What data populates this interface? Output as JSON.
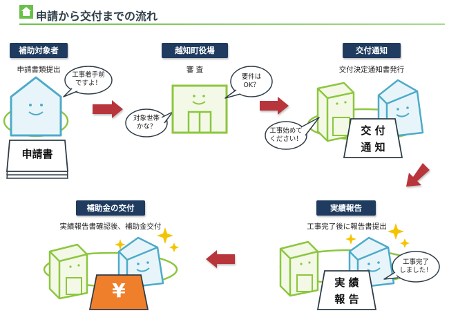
{
  "header": {
    "title": "申請から交付までの流れ"
  },
  "steps": [
    {
      "label": "補助対象者",
      "desc": "申請書類提出",
      "bubble": [
        "工事着手前",
        "ですよ！"
      ],
      "document": "申請書"
    },
    {
      "label": "越知町役場",
      "desc": "審 査",
      "bubble_left": [
        "対象世帯",
        "かな？"
      ],
      "bubble_right": [
        "要件は",
        "OK？"
      ]
    },
    {
      "label": "交付通知",
      "desc": "交付決定通知書発行",
      "bubble": [
        "工事始めて",
        "ください！"
      ],
      "document": [
        "交 付",
        "通 知"
      ]
    },
    {
      "label": "実績報告",
      "desc": "工事完了後に報告書提出",
      "bubble": [
        "工事完了",
        "しました！"
      ],
      "document": [
        "実 績",
        "報 告"
      ]
    },
    {
      "label": "補助金の交付",
      "desc": "実績報告書確認後、補助金交付",
      "document": "¥"
    }
  ],
  "colors": {
    "label_bg": "#1f3b5f",
    "house_blue": "#4eaac8",
    "house_blue_fill": "#e7f5fa",
    "office_green": "#8cc63f",
    "office_fill": "#f3f9e6",
    "arrow_red": "#b8343a",
    "yen_orange": "#f07f2b",
    "ground_green": "#8cc63f"
  }
}
